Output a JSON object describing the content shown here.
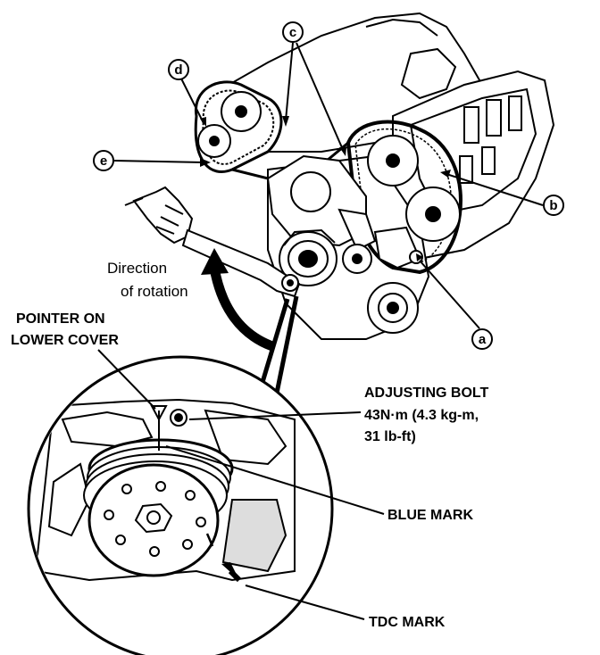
{
  "callouts": {
    "a": "a",
    "b": "b",
    "c": "c",
    "d": "d",
    "e": "e"
  },
  "labels": {
    "direction_line1": "Direction",
    "direction_line2": "of rotation",
    "pointer_line1": "POINTER ON",
    "pointer_line2": "LOWER COVER",
    "adjusting_line1": "ADJUSTING BOLT",
    "adjusting_line2": "43N·m (4.3 kg-m,",
    "adjusting_line3": "31 lb-ft)",
    "blue_mark": "BLUE MARK",
    "tdc_mark": "TDC MARK"
  }
}
